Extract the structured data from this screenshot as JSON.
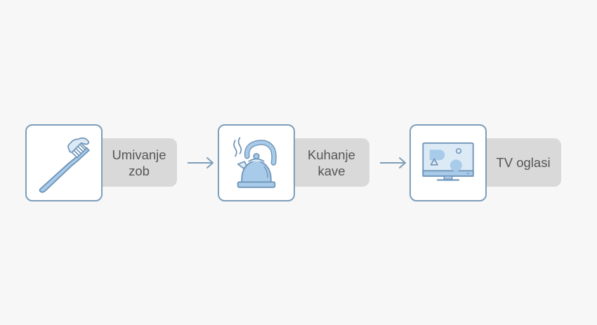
{
  "diagram": {
    "type": "process-flow",
    "colors": {
      "background": "#f7f7f7",
      "icon_border": "#7d9db8",
      "icon_fill": "#a9cbea",
      "icon_fill_light": "#dceaf6",
      "icon_stroke": "#6f95b8",
      "label_bg": "#d9d9d9",
      "label_text": "#555555",
      "arrow": "#7d9db8"
    },
    "steps": [
      {
        "label": "Umivanje\nzob",
        "icon": "toothbrush-icon"
      },
      {
        "label": "Kuhanje\nkave",
        "icon": "kettle-icon"
      },
      {
        "label": "TV oglasi",
        "icon": "television-icon"
      }
    ],
    "arrows": [
      {
        "from": 0,
        "to": 1,
        "icon": "arrow-right-icon"
      },
      {
        "from": 1,
        "to": 2,
        "icon": "arrow-right-icon"
      }
    ]
  }
}
